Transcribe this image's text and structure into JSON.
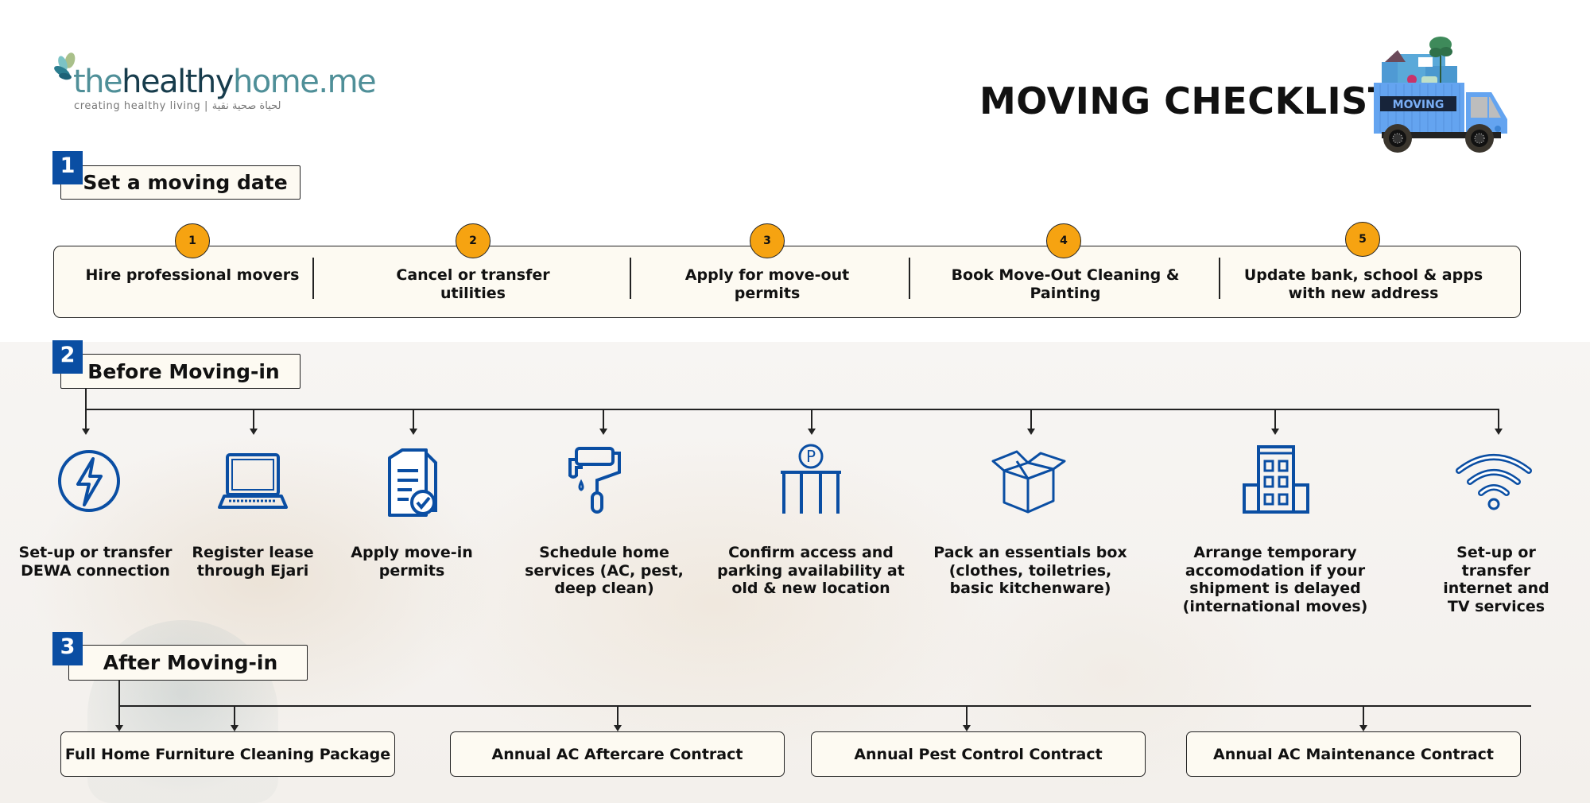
{
  "header": {
    "logo": {
      "word_part1": "the",
      "word_part2": "healthy",
      "word_part3": "home.me",
      "tagline": "creating healthy living | لحياة صحية نقية"
    },
    "title": "MOVING CHECKLIST",
    "truck_label": "MOVING"
  },
  "colors": {
    "badge_blue": "#0a4ea3",
    "step_orange": "#f6a311",
    "box_fill": "#fdfaf2",
    "icon_blue": "#0a4ea3"
  },
  "sections": [
    {
      "number": "1",
      "title": "Set a moving date",
      "steps": [
        {
          "number": "1",
          "text": "Hire professional movers"
        },
        {
          "number": "2",
          "text": "Cancel or transfer utilities"
        },
        {
          "number": "3",
          "text": "Apply for move-out permits"
        },
        {
          "number": "4",
          "text": "Book Move-Out Cleaning & Painting"
        },
        {
          "number": "5",
          "text": "Update bank, school & apps with new address"
        }
      ]
    },
    {
      "number": "2",
      "title": "Before Moving-in",
      "items": [
        {
          "icon": "lightning-bolt-icon",
          "text": "Set-up or transfer DEWA connection"
        },
        {
          "icon": "laptop-icon",
          "text": "Register lease through Ejari"
        },
        {
          "icon": "document-check-icon",
          "text": "Apply move-in permits"
        },
        {
          "icon": "paint-roller-icon",
          "text": "Schedule home services (AC, pest, deep clean)"
        },
        {
          "icon": "parking-icon",
          "text": "Confirm access and parking availability at old & new location"
        },
        {
          "icon": "open-box-icon",
          "text": "Pack an essentials box (clothes, toiletries, basic kitchenware)"
        },
        {
          "icon": "building-icon",
          "text": "Arrange temporary accomodation if your shipment is delayed (international moves)"
        },
        {
          "icon": "wifi-icon",
          "text": "Set-up or transfer internet and TV services"
        }
      ]
    },
    {
      "number": "3",
      "title": "After Moving-in",
      "items": [
        {
          "text": "Full Home Furniture Cleaning Package"
        },
        {
          "text": "Annual AC Aftercare Contract"
        },
        {
          "text": "Annual Pest Control Contract"
        },
        {
          "text": "Annual AC Maintenance Contract"
        }
      ]
    }
  ]
}
